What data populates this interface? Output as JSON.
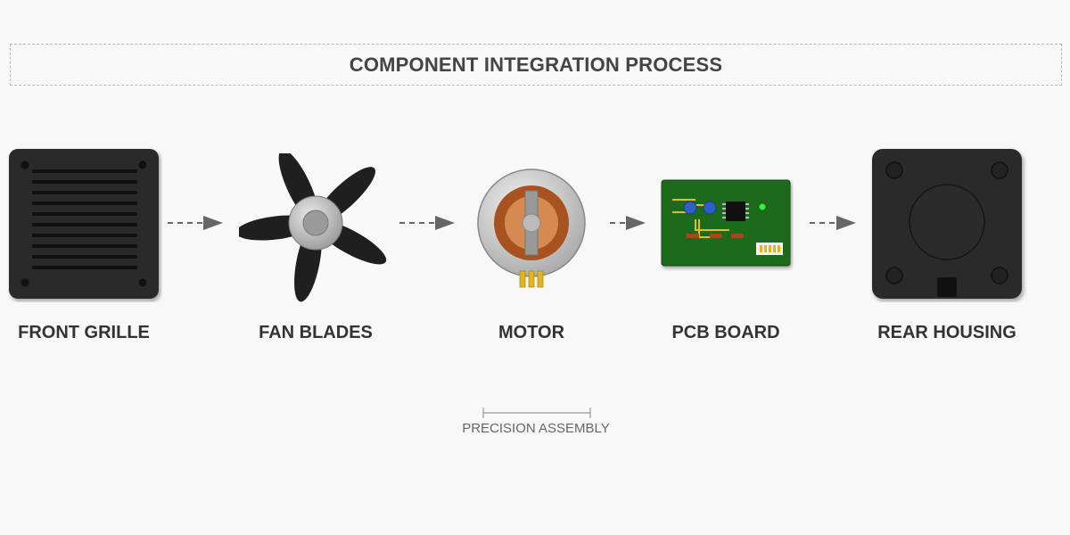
{
  "title": "COMPONENT INTEGRATION PROCESS",
  "components": [
    {
      "label": "FRONT GRILLE",
      "icon": "front-grille-icon"
    },
    {
      "label": "FAN BLADES",
      "icon": "fan-blades-icon"
    },
    {
      "label": "MOTOR",
      "icon": "motor-icon"
    },
    {
      "label": "PCB BOARD",
      "icon": "pcb-board-icon"
    },
    {
      "label": "REAR HOUSING",
      "icon": "rear-housing-icon"
    }
  ],
  "annotation": "PRECISION ASSEMBLY",
  "colors": {
    "housing": "#2b2b2b",
    "pcb": "#1e6b1e",
    "copper": "#c0703a",
    "arrow": "#666666",
    "text": "#333333"
  }
}
